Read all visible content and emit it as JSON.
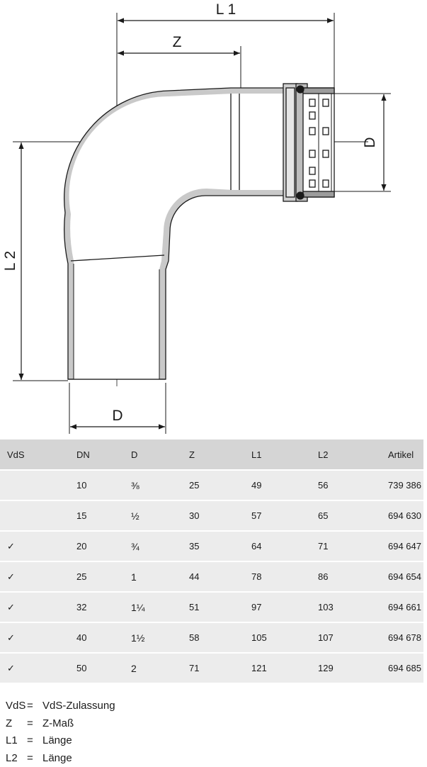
{
  "drawing": {
    "labels": {
      "l1": "L 1",
      "z": "Z",
      "l2": "L 2",
      "d_top": "D",
      "d_bottom": "D"
    }
  },
  "table": {
    "headers": [
      "VdS",
      "DN",
      "D",
      "Z",
      "L1",
      "L2",
      "Artikel"
    ],
    "rows": [
      [
        "",
        "10",
        "⅜",
        "25",
        "49",
        "56",
        "739 386"
      ],
      [
        "",
        "15",
        "½",
        "30",
        "57",
        "65",
        "694 630"
      ],
      [
        "✓",
        "20",
        "¾",
        "35",
        "64",
        "71",
        "694 647"
      ],
      [
        "✓",
        "25",
        "1",
        "44",
        "78",
        "86",
        "694 654"
      ],
      [
        "✓",
        "32",
        "1¼",
        "51",
        "97",
        "103",
        "694 661"
      ],
      [
        "✓",
        "40",
        "1½",
        "58",
        "105",
        "107",
        "694 678"
      ],
      [
        "✓",
        "50",
        "2",
        "71",
        "121",
        "129",
        "694 685"
      ]
    ]
  },
  "legend": [
    {
      "abbr": "VdS",
      "eq": "=",
      "text": "VdS-Zulassung"
    },
    {
      "abbr": "Z",
      "eq": "=",
      "text": "Z-Maß"
    },
    {
      "abbr": "L1",
      "eq": "=",
      "text": "Länge"
    },
    {
      "abbr": "L2",
      "eq": "=",
      "text": "Länge"
    }
  ]
}
